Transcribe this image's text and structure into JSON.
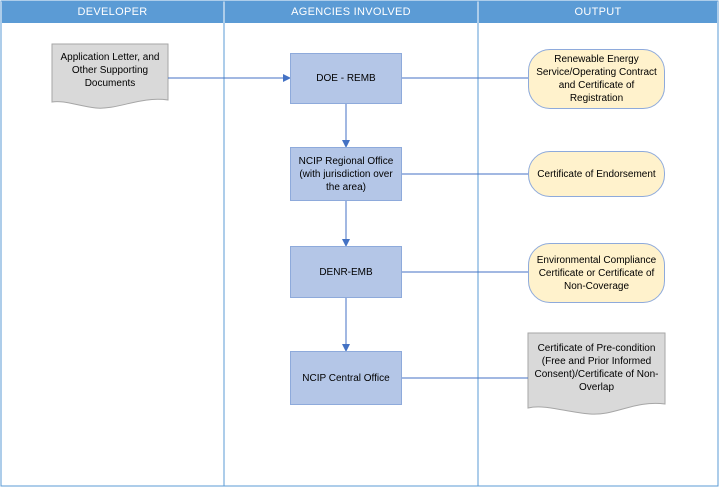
{
  "headers": {
    "developer": "DEVELOPER",
    "agencies": "AGENCIES INVOLVED",
    "output": "OUTPUT"
  },
  "developer_doc": "Application Letter, and Other Supporting Documents",
  "agencies": {
    "doe": "DOE - REMB",
    "ncip_regional": "NCIP Regional Office (with jurisdiction over the area)",
    "denr": "DENR-EMB",
    "ncip_central": "NCIP Central Office"
  },
  "outputs": {
    "renewable": "Renewable Energy Service/Operating Contract and Certificate of Registration",
    "endorsement": "Certificate of Endorsement",
    "ecc": "Environmental Compliance Certificate or Certificate of Non-Coverage",
    "precondition": "Certificate of Pre-condition (Free and Prior Informed Consent)/Certificate of Non-Overlap"
  },
  "colors": {
    "header": "#5b9bd5",
    "agency_box": "#b4c6e7",
    "output_pill": "#fff2cc",
    "document": "#d9d9d9",
    "line": "#4472c4"
  }
}
